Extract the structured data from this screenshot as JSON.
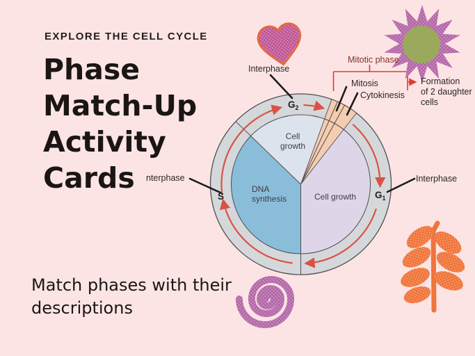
{
  "page": {
    "background": "#fce4e4"
  },
  "header": {
    "kicker": "EXPLORE THE CELL CYCLE",
    "title_lines": [
      "Phase",
      "Match-Up",
      "Activity",
      "Cards"
    ]
  },
  "footer": {
    "line1": "Match phases with their",
    "line2": "descriptions"
  },
  "diagram": {
    "callouts": {
      "interphase_top": "Interphase",
      "interphase_left": "nterphase",
      "interphase_right": "Interphase",
      "mitotic_phase": "Mitotic phase",
      "mitosis": "Mitosis",
      "cytokinesis": "Cytokinesis",
      "formation_line1": "Formation",
      "formation_line2": "of 2 daughter",
      "formation_line3": "cells"
    },
    "slices": {
      "g2_growth_line1": "Cell",
      "g2_growth_line2": "growth",
      "s_line1": "DNA",
      "s_line2": "synthesis",
      "g1_growth": "Cell growth"
    },
    "ring": {
      "g2": {
        "main": "G",
        "sub": "2"
      },
      "g1": {
        "main": "G",
        "sub": "1"
      },
      "s": {
        "main": "S",
        "sub": ""
      }
    },
    "colors": {
      "ring": "#d5d8da",
      "slice_g2_growth": "#dde3ec",
      "slice_g1_growth": "#ded5e9",
      "slice_dna": "#8abdd9",
      "mitotic_wedge": "#f4ccb0",
      "cycle_arrow": "#d95245",
      "bracket": "#e23b2e",
      "outline": "#4f4c52"
    }
  },
  "decorations": {
    "heart": "#bf5794",
    "heart_outline": "#e56a41",
    "starburst": "#b466a6",
    "starburst_center": "#9aa95b",
    "spiral": "#b469a8",
    "branch": "#f0743c"
  }
}
